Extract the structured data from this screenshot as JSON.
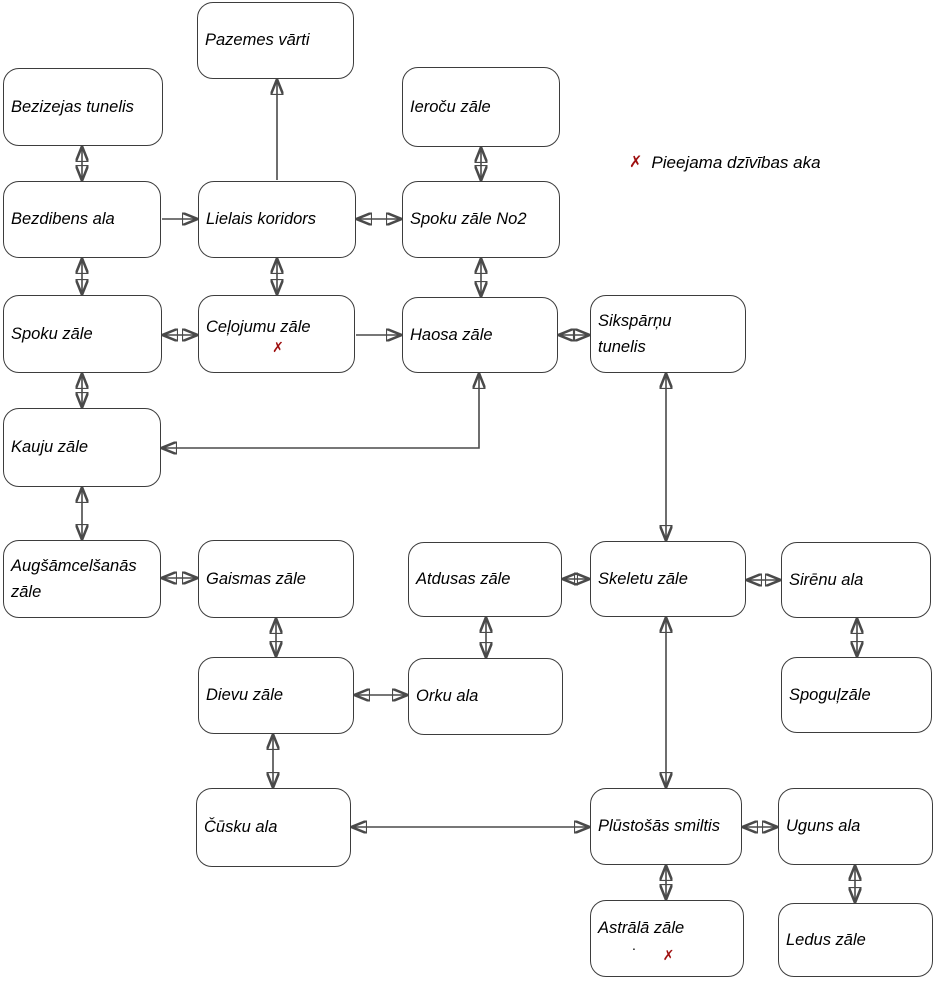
{
  "diagram": {
    "legend": {
      "x_mark": "✗",
      "label": "Pieejama dzīvības aka"
    },
    "colors": {
      "life_well_mark": "#9e0e0e",
      "box_border": "#3d3d3d",
      "connector": "#4a4a4a"
    },
    "nodes": {
      "pazemes_varti": {
        "label": "Pazemes vārti"
      },
      "bezizejas_tunelis": {
        "label": "Bezizejas tunelis"
      },
      "ierocu_zale": {
        "label": "Ieroču zāle"
      },
      "bezdibens_ala": {
        "label": "Bezdibens ala"
      },
      "lielais_koridors": {
        "label": "Lielais koridors"
      },
      "spoku_zale_no2": {
        "label": "Spoku zāle No2"
      },
      "spoku_zale": {
        "label": "Spoku zāle"
      },
      "celojumu_zale": {
        "label": "Ceļojumu zāle",
        "mark": "✗"
      },
      "haosa_zale": {
        "label": "Haosa zāle"
      },
      "siksparnu_tunelis": {
        "label": "Sikspārņu\ntunelis"
      },
      "kauju_zale": {
        "label": "Kauju zāle"
      },
      "augsamcelsanas_zale": {
        "label": "Augšāmcelšanās\nzāle"
      },
      "gaismas_zale": {
        "label": "Gaismas zāle"
      },
      "atdusas_zale": {
        "label": "Atdusas zāle"
      },
      "skeletu_zale": {
        "label": "Skeletu zāle"
      },
      "sirenu_ala": {
        "label": "Sirēnu ala"
      },
      "dievu_zale": {
        "label": "Dievu zāle"
      },
      "orku_ala": {
        "label": "Orku ala"
      },
      "spogulzale": {
        "label": "Spoguļzāle"
      },
      "cusku_ala": {
        "label": "Čūsku ala"
      },
      "plustosas_smiltis": {
        "label": "Plūstošās smiltis"
      },
      "uguns_ala": {
        "label": "Uguns ala"
      },
      "astrala_zale": {
        "label": "Astrālā zāle",
        "dot": ".",
        "mark": "✗"
      },
      "ledus_zale": {
        "label": "Ledus zāle"
      }
    },
    "connections": [
      {
        "from": "Lielais koridors",
        "to": "Pazemes vārti",
        "direction": "one-way"
      },
      {
        "from": "Bezizejas tunelis",
        "to": "Bezdibens ala",
        "direction": "two-way"
      },
      {
        "from": "Ieroču zāle",
        "to": "Spoku zāle No2",
        "direction": "two-way"
      },
      {
        "from": "Bezdibens ala",
        "to": "Lielais koridors",
        "direction": "one-way"
      },
      {
        "from": "Lielais koridors",
        "to": "Spoku zāle No2",
        "direction": "two-way"
      },
      {
        "from": "Bezdibens ala",
        "to": "Spoku zāle",
        "direction": "two-way"
      },
      {
        "from": "Lielais koridors",
        "to": "Ceļojumu zāle",
        "direction": "two-way"
      },
      {
        "from": "Spoku zāle No2",
        "to": "Haosa zāle",
        "direction": "two-way"
      },
      {
        "from": "Spoku zāle",
        "to": "Ceļojumu zāle",
        "direction": "two-way"
      },
      {
        "from": "Ceļojumu zāle",
        "to": "Haosa zāle",
        "direction": "one-way"
      },
      {
        "from": "Haosa zāle",
        "to": "Sikspārņu tunelis",
        "direction": "two-way"
      },
      {
        "from": "Spoku zāle",
        "to": "Kauju zāle",
        "direction": "two-way"
      },
      {
        "from": "Haosa zāle",
        "to": "Kauju zāle",
        "direction": "two-way"
      },
      {
        "from": "Kauju zāle",
        "to": "Augšāmcelšanās zāle",
        "direction": "two-way"
      },
      {
        "from": "Sikspārņu tunelis",
        "to": "Skeletu zāle",
        "direction": "two-way"
      },
      {
        "from": "Augšāmcelšanās zāle",
        "to": "Gaismas zāle",
        "direction": "two-way"
      },
      {
        "from": "Atdusas zāle",
        "to": "Skeletu zāle",
        "direction": "two-way"
      },
      {
        "from": "Skeletu zāle",
        "to": "Sirēnu ala",
        "direction": "two-way"
      },
      {
        "from": "Gaismas zāle",
        "to": "Dievu zāle",
        "direction": "two-way"
      },
      {
        "from": "Atdusas zāle",
        "to": "Orku ala",
        "direction": "two-way"
      },
      {
        "from": "Sirēnu ala",
        "to": "Spoguļzāle",
        "direction": "two-way"
      },
      {
        "from": "Dievu zāle",
        "to": "Orku ala",
        "direction": "two-way"
      },
      {
        "from": "Dievu zāle",
        "to": "Čūsku ala",
        "direction": "two-way"
      },
      {
        "from": "Skeletu zāle",
        "to": "Plūstošās smiltis",
        "direction": "two-way"
      },
      {
        "from": "Čūsku ala",
        "to": "Plūstošās smiltis",
        "direction": "two-way"
      },
      {
        "from": "Plūstošās smiltis",
        "to": "Uguns ala",
        "direction": "two-way"
      },
      {
        "from": "Plūstošās smiltis",
        "to": "Astrālā zāle",
        "direction": "two-way"
      },
      {
        "from": "Uguns ala",
        "to": "Ledus zāle",
        "direction": "two-way"
      }
    ]
  }
}
